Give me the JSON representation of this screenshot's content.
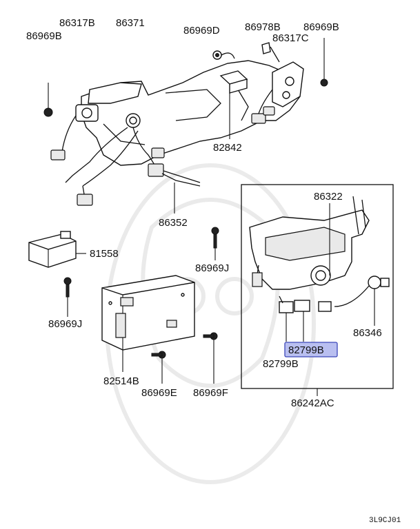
{
  "diagram": {
    "labels": {
      "p86317B": "86317B",
      "p86969B_left": "86969B",
      "p86371": "86371",
      "p86969D": "86969D",
      "p86978B": "86978B",
      "p86969B_right": "86969B",
      "p86317C": "86317C",
      "p82842": "82842",
      "p86352": "86352",
      "p81558": "81558",
      "p86969J_mid": "86969J",
      "p86969J_left": "86969J",
      "p82514B": "82514B",
      "p86969E": "86969E",
      "p86969F": "86969F",
      "p86322": "86322",
      "p86346": "86346",
      "p82799B_highlight": "82799B",
      "p82799B": "82799B",
      "p86242AC": "86242AC"
    },
    "diagram_code": "3L9CJ01",
    "highlight_color": "#b9bff0",
    "highlight_border": "#3b46b8"
  }
}
